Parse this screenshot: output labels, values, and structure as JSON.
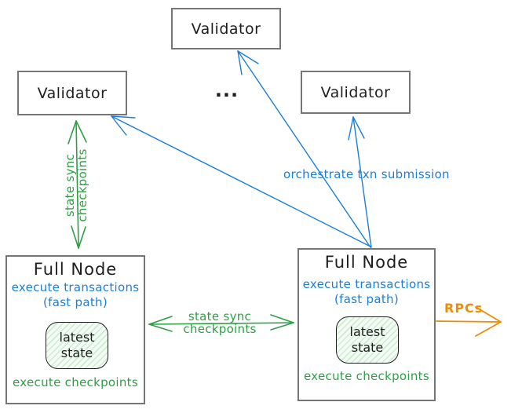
{
  "validators": {
    "top": {
      "label": "Validator"
    },
    "left": {
      "label": "Validator"
    },
    "right": {
      "label": "Validator"
    },
    "ellipsis": "..."
  },
  "full_node": {
    "title": "Full Node",
    "exec_line1": "execute transactions",
    "exec_line2": "(fast path)",
    "state_box": {
      "line1": "latest",
      "line2": "state"
    },
    "footer": "execute checkpoints"
  },
  "arrows": {
    "state_sync_vertical": {
      "line1": "state sync",
      "line2": "checkpoints"
    },
    "state_sync_horizontal": {
      "line1": "state sync",
      "line2": "checkpoints"
    },
    "orchestrate": {
      "label": "orchestrate txn submission"
    },
    "rpcs": {
      "label": "RPCs"
    }
  },
  "colors": {
    "blue": "#1c7ed6",
    "green": "#2f9e44",
    "orange": "#f08c00",
    "box_border": "#767676",
    "ink": "#1e1e1e"
  }
}
